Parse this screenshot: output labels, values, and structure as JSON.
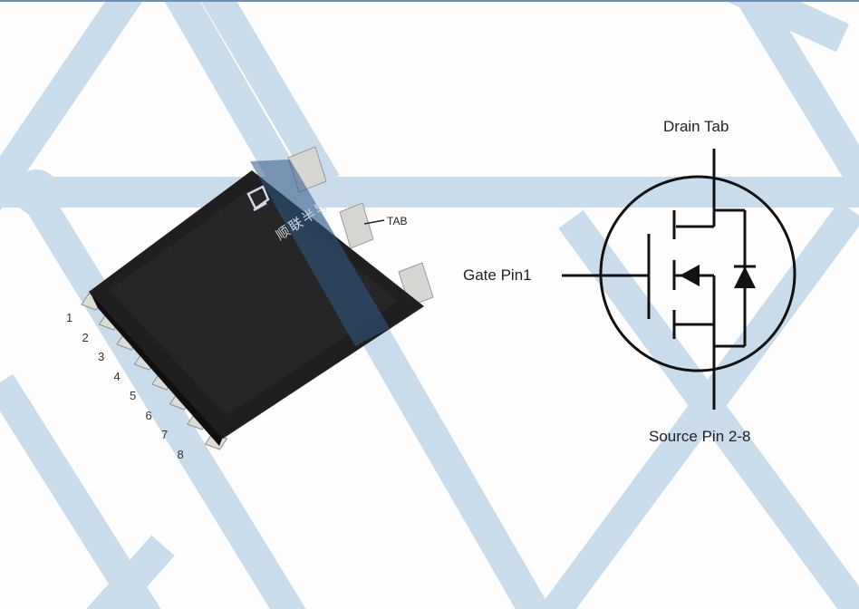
{
  "package": {
    "tab_label": "TAB",
    "pins": [
      "1",
      "2",
      "3",
      "4",
      "5",
      "6",
      "7",
      "8"
    ],
    "brand_text": "顺联半导体"
  },
  "symbol": {
    "drain_label": "Drain Tab",
    "gate_label": "Gate Pin1",
    "source_label": "Source Pin 2-8"
  },
  "colors": {
    "pattern": "#c9dcec",
    "body": "#1f1f1f",
    "line": "#111111"
  }
}
